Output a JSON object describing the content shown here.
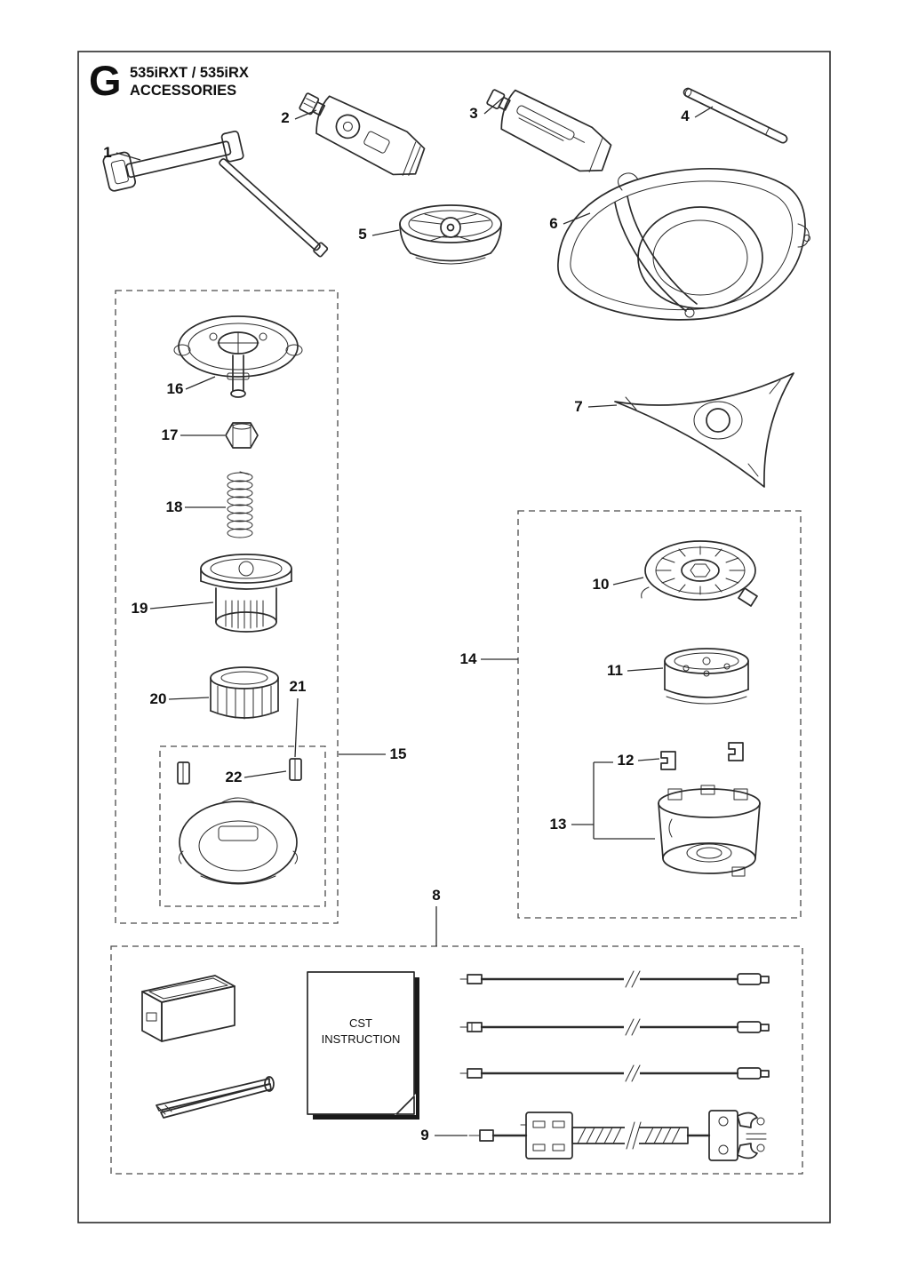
{
  "header": {
    "section_letter": "G",
    "model": "535iRXT / 535iRX",
    "title": "ACCESSORIES"
  },
  "labels": {
    "n1": "1",
    "n2": "2",
    "n3": "3",
    "n4": "4",
    "n5": "5",
    "n6": "6",
    "n7": "7",
    "n8": "8",
    "n9": "9",
    "n10": "10",
    "n11": "11",
    "n12": "12",
    "n13": "13",
    "n14": "14",
    "n15": "15",
    "n16": "16",
    "n17": "17",
    "n18": "18",
    "n19": "19",
    "n20": "20",
    "n21": "21",
    "n22": "22"
  },
  "instruction_doc": {
    "line1": "CST",
    "line2": "INSTRUCTION"
  },
  "colors": {
    "line": "#2b2b2b",
    "background": "#ffffff"
  }
}
